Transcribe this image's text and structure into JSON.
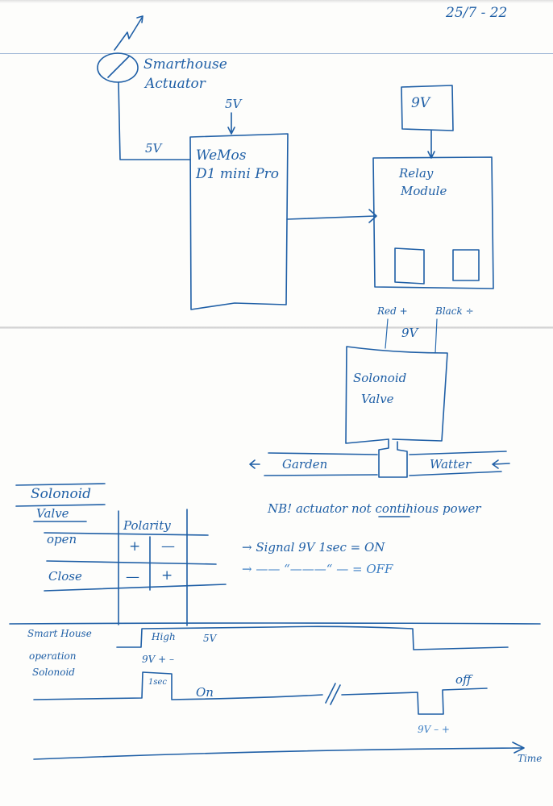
{
  "date": "25/7 - 22",
  "wiring": {
    "actuator": {
      "label_line1": "Smarthouse",
      "label_line2": "Actuator",
      "icon": "circle-slash-wireless-icon"
    },
    "wemos": {
      "label_line1": "WeMos",
      "label_line2": "D1 mini Pro",
      "supply": "5V"
    },
    "actuator_to_wemos_voltage": "5V",
    "power_supply": {
      "label": "9V"
    },
    "relay": {
      "label_line1": "Relay",
      "label_line2": "Module"
    },
    "solenoid_leads": {
      "red": "Red +",
      "black": "Black ÷",
      "voltage": "9V"
    },
    "solenoid": {
      "label_line1": "Solonoid",
      "label_line2": "Valve"
    },
    "pipe": {
      "out_label": "Garden",
      "in_label": "Watter",
      "out_arrow": "←",
      "in_arrow": "←"
    }
  },
  "polarity_table": {
    "title_line1": "Solonoid",
    "title_line2": "Valve",
    "header": "Polarity",
    "rows": [
      {
        "state": "open",
        "a": "+",
        "b": "—"
      },
      {
        "state": "Close",
        "a": "—",
        "b": "+"
      }
    ]
  },
  "notes": {
    "nb": "NB! actuator not contihious power",
    "nb_prefix": "NB! actuator",
    "nb_underlined": "not",
    "nb_suffix": "contihious power",
    "line1": "→ Signal 9V  1sec = ON",
    "line2": "→ ——  “———“ —  = OFF"
  },
  "timing": {
    "row1_label": "Smart House",
    "row2_label": "operation",
    "row3_label": "Solonoid",
    "high_label": "High",
    "high_voltage": "5V",
    "pulse_on_polarity": "9V + –",
    "pulse_on_duration": "1sec",
    "on_label": "On",
    "off_label": "off",
    "pulse_off_polarity": "9V – +",
    "break_mark": "//",
    "axis_label": "Time"
  }
}
